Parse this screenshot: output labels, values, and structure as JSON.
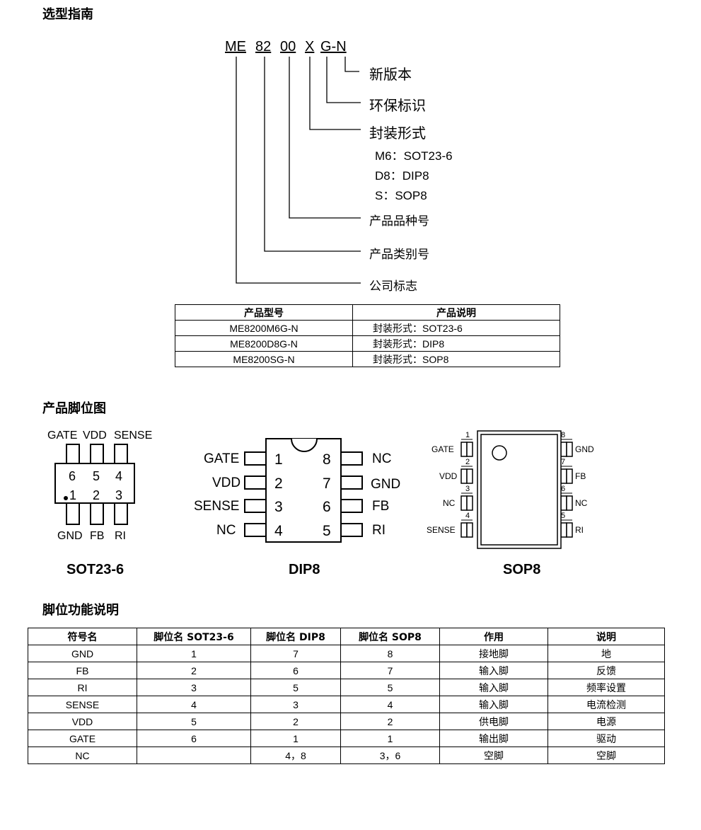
{
  "headings": {
    "selection_guide": "选型指南",
    "pin_diagram": "产品脚位图",
    "pin_function": "脚位功能说明"
  },
  "part_code": {
    "segments": [
      "ME",
      "82",
      "00",
      "X",
      "G-N"
    ],
    "labels": {
      "new_version": "新版本",
      "eco": "环保标识",
      "package": "封装形式",
      "pkg_m6": "M6：SOT23-6",
      "pkg_d8": "D8：DIP8",
      "pkg_s": "S：SOP8",
      "variety": "产品品种号",
      "category": "产品类别号",
      "company": "公司标志"
    }
  },
  "selection_table": {
    "headers": [
      "产品型号",
      "产品说明"
    ],
    "rows": [
      [
        "ME8200M6G-N",
        "封装形式：",
        "SOT23-6"
      ],
      [
        "ME8200D8G-N",
        "封装形式：",
        "DIP8"
      ],
      [
        "ME8200SG-N",
        "封装形式：",
        "SOP8"
      ]
    ]
  },
  "sot23": {
    "top_pins": [
      "GATE",
      "VDD",
      "SENSE"
    ],
    "top_nums": [
      "6",
      "5",
      "4"
    ],
    "bottom_nums": [
      "1",
      "2",
      "3"
    ],
    "bottom_pins": [
      "GND",
      "FB",
      "RI"
    ],
    "caption": "SOT23-6"
  },
  "dip8": {
    "left": [
      "GATE",
      "VDD",
      "SENSE",
      "NC"
    ],
    "left_nums": [
      "1",
      "2",
      "3",
      "4"
    ],
    "right_nums": [
      "8",
      "7",
      "6",
      "5"
    ],
    "right": [
      "NC",
      "GND",
      "FB",
      "RI"
    ],
    "caption": "DIP8"
  },
  "sop8": {
    "left": [
      "GATE",
      "VDD",
      "NC",
      "SENSE"
    ],
    "left_nums": [
      "1",
      "2",
      "3",
      "4"
    ],
    "right_nums": [
      "8",
      "7",
      "6",
      "5"
    ],
    "right": [
      "GND",
      "FB",
      "NC",
      "RI"
    ],
    "caption": "SOP8"
  },
  "function_table": {
    "headers": [
      "符号名",
      "脚位名 SOT23-6",
      "脚位名 DIP8",
      "脚位名 SOP8",
      "作用",
      "说明"
    ],
    "rows": [
      [
        "GND",
        "1",
        "7",
        "8",
        "接地脚",
        "地"
      ],
      [
        "FB",
        "2",
        "6",
        "7",
        "输入脚",
        "反馈"
      ],
      [
        "RI",
        "3",
        "5",
        "5",
        "输入脚",
        "频率设置"
      ],
      [
        "SENSE",
        "4",
        "3",
        "4",
        "输入脚",
        "电流检测"
      ],
      [
        "VDD",
        "5",
        "2",
        "2",
        "供电脚",
        "电源"
      ],
      [
        "GATE",
        "6",
        "1",
        "1",
        "输出脚",
        "驱动"
      ],
      [
        "NC",
        "",
        "4，8",
        "3，6",
        "空脚",
        "空脚"
      ]
    ]
  }
}
